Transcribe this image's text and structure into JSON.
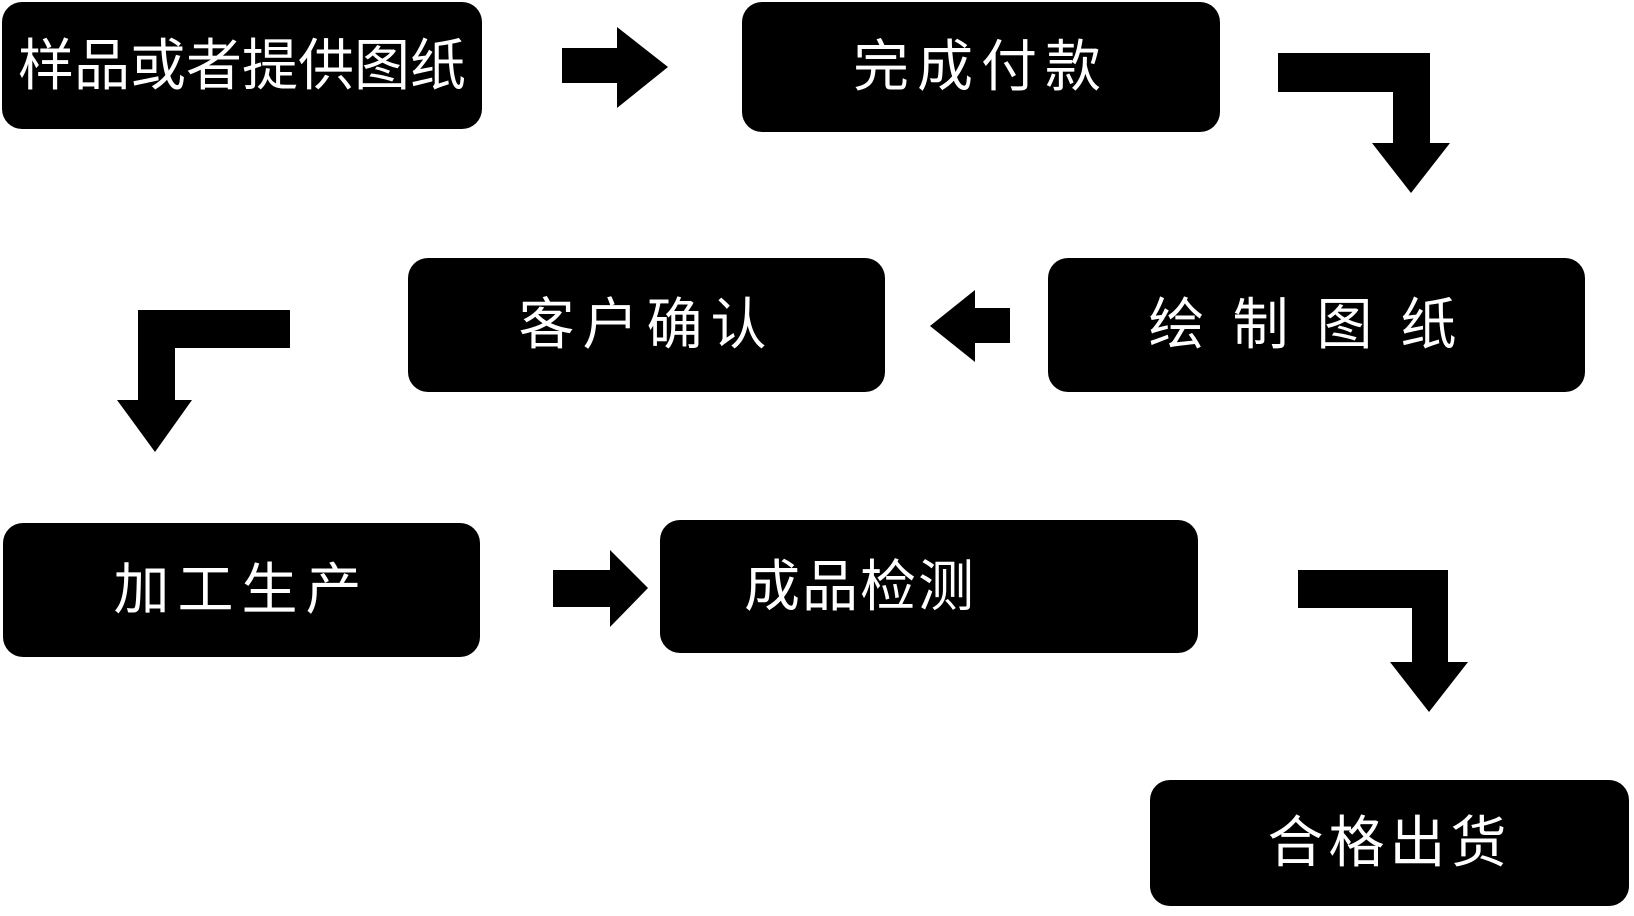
{
  "diagram": {
    "type": "flowchart",
    "background_color": "#ffffff",
    "node_fill_color": "#000000",
    "node_text_color": "#ffffff",
    "arrow_color": "#000000",
    "nodes": [
      {
        "id": "sample-or-provide-drawings",
        "label": "样品或者提供图纸"
      },
      {
        "id": "complete-payment",
        "label": "完成付款"
      },
      {
        "id": "draw-drawings",
        "label": "绘制图纸"
      },
      {
        "id": "customer-confirmation",
        "label": "客户确认"
      },
      {
        "id": "processing-production",
        "label": "加工生产"
      },
      {
        "id": "finished-product-inspection",
        "label": "成品检测"
      },
      {
        "id": "qualified-shipment",
        "label": "合格出货"
      }
    ],
    "edges": [
      {
        "from": "sample-or-provide-drawings",
        "to": "complete-payment",
        "arrow": "right"
      },
      {
        "from": "complete-payment",
        "to": "draw-drawings",
        "arrow": "right-then-down"
      },
      {
        "from": "draw-drawings",
        "to": "customer-confirmation",
        "arrow": "left"
      },
      {
        "from": "customer-confirmation",
        "to": "processing-production",
        "arrow": "left-then-down"
      },
      {
        "from": "processing-production",
        "to": "finished-product-inspection",
        "arrow": "right"
      },
      {
        "from": "finished-product-inspection",
        "to": "qualified-shipment",
        "arrow": "right-then-down"
      }
    ]
  }
}
